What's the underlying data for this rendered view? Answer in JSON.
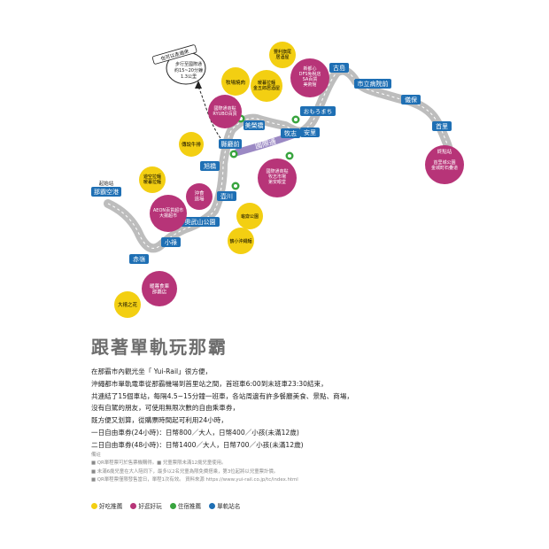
{
  "stations": {
    "naha_airport": "那霸空港",
    "akamine": "赤嶺",
    "oroku": "小祿",
    "onoyama_koen": "奧武山公園",
    "tsubogawa": "壺川",
    "asahibashi": "旭橋",
    "kenchomae": "縣廳前",
    "miebashi": "美榮橋",
    "makishi": "牧志",
    "asato": "安里",
    "omoromachi": "おもろまち",
    "furujima": "古島",
    "shiritsu_byoinmae": "市立病院前",
    "gibo": "儀保",
    "shuri": "首里"
  },
  "terminus_tags": {
    "start": "起始站",
    "end": "終點站"
  },
  "kokusai_street": "國際通",
  "callout": {
    "heading": "也可以走過來",
    "line1": "步行至國際通",
    "line2": "約15~20分鐘",
    "line3": "1.3公里"
  },
  "spots": {
    "food": {
      "makishi_yakiniku": "牧場燒肉",
      "ramen_miebashi": "暖暮拉麵\n金五郎居酒屋",
      "teppanyaki": "傳說牛排",
      "yoshinoya_ramen": "遊空拉麵\n暖暮拉麵",
      "yakitori": "沖食\n道場",
      "kameya": "龜齋公園",
      "okinawa_soba": "鶴小沖繩麵",
      "ishigaki": "大禧之花"
    },
    "fun": {
      "ryubo": "國際通商點\nRYUBO百貨",
      "tomari": "豐利旗尾\n居酒屋",
      "dfs": "新都心\nDFS免稅店\nSA百貨\n美術館",
      "aeon": "AEON百貨超市\n大揚超市",
      "makishi_market": "國際通商點\n牧志市場\n第安眼堂",
      "outlet": "暖暮食庫\n那覇店",
      "shuri_castle": "首里城公園\n金城町石疊道"
    }
  },
  "heading": "跟著單軌玩那霸",
  "body": [
    "在那霸市內觀光坐「 Yui-Rail」很方便，",
    "沖繩都市單軌電車從那霸機場到首里站之間，首班車6:00到末班車23:30結束，",
    "共連結了15個車站，每隔4.5~15分鐘一班車，各站周邊有許多餐廳美食、景點、商場，",
    "沒有自駕的朋友，可使用無限次數的自由乘車券，",
    "既方便又划算，從購票時間起可利用24小時，",
    "一日自由車券(24小時)：日幣800／大人，日幣400／小孩(未滿12歲)",
    "二日自由車券(48小時)：日幣1400／大人，日幣700／小孩(未滿12歲)"
  ],
  "notes": {
    "title": "備註",
    "lines": [
      "■ QR單程票可於售票機購得。■ 兒童票限未滿12歲兒童使用。",
      "■ 未滿6歲兒童在大人陪同下，最多以2名兒童為限免費搭乘，第3位起將以兒童票計價。",
      "■ QR單程票僅限發售當日，單程1次有效。  資料來源 https://www.yui-rail.co.jp/tc/index.html"
    ]
  },
  "legend": [
    {
      "label": "好吃推薦",
      "color": "#f3cf12"
    },
    {
      "label": "好逛好玩",
      "color": "#b73478"
    },
    {
      "label": "住宿推薦",
      "color": "#38a43e"
    },
    {
      "label": "單軌站名",
      "color": "#1e6fb4"
    }
  ],
  "colors": {
    "track": "#b9b9b9",
    "food": "#f3cf12",
    "fun": "#b73478",
    "hotel": "#38a43e",
    "station": "#1e6fb4",
    "kokusai": "#9b89c4"
  }
}
